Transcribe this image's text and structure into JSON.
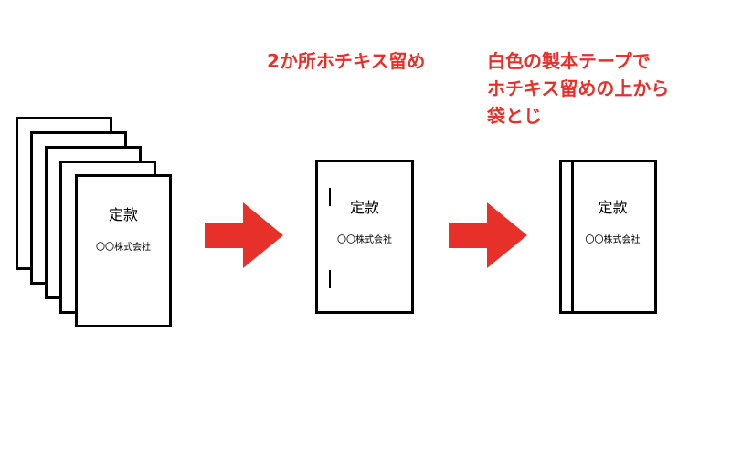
{
  "document": {
    "title": "定款",
    "company": "〇〇株式会社"
  },
  "captions": {
    "step2": "2か所ホチキス留め",
    "step3_line1": "白色の製本テープで",
    "step3_line2": "ホチキス留めの上から",
    "step3_line3": "袋とじ"
  },
  "colors": {
    "accent": "#e8302a",
    "stroke": "#000000"
  },
  "icons": {
    "arrow1": "right-arrow-icon",
    "arrow2": "right-arrow-icon"
  }
}
